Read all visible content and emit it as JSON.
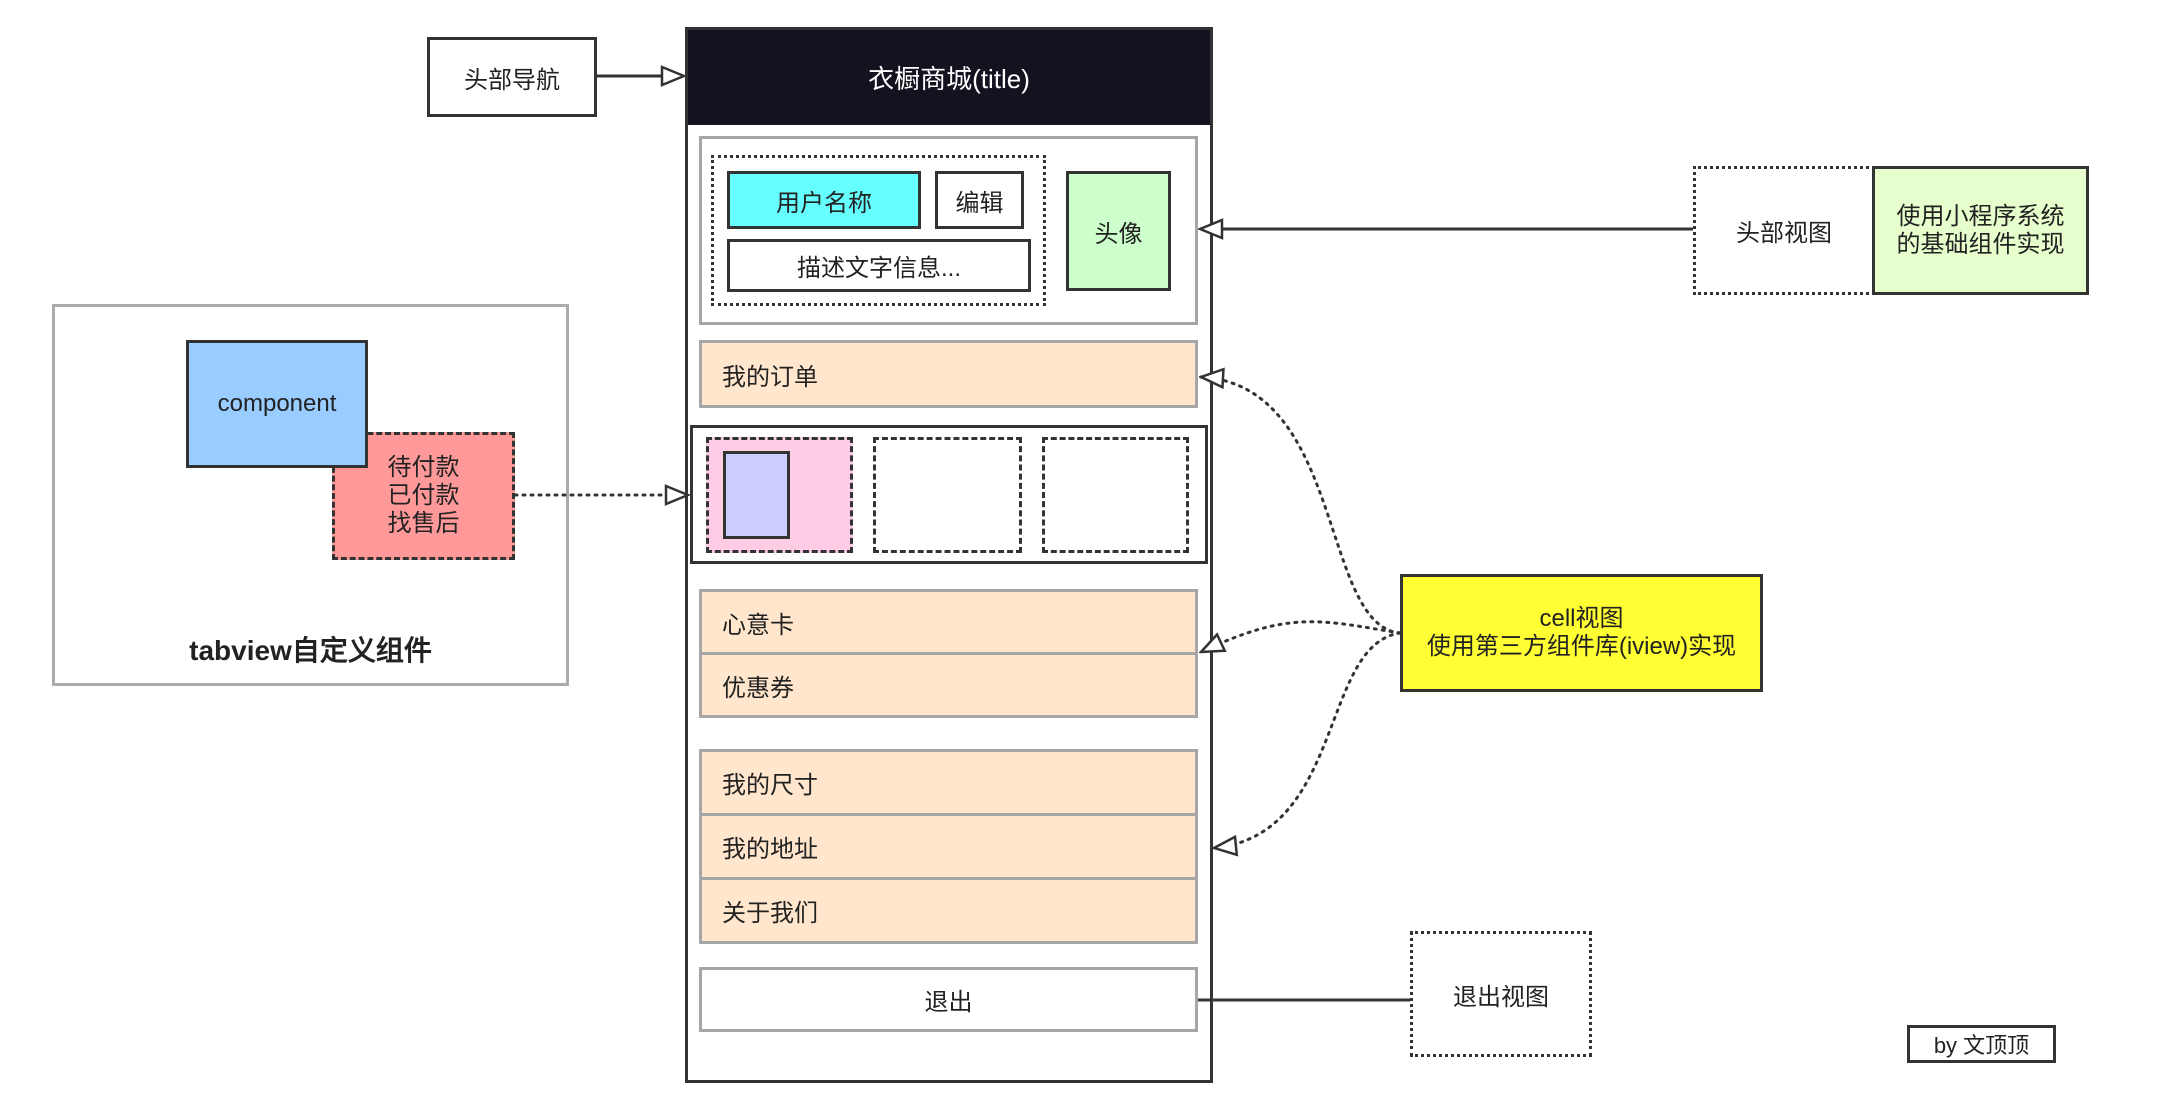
{
  "colors": {
    "title_bar": "#13121f",
    "username_fill": "#66ffff",
    "avatar_fill": "#ccffcc",
    "cell_fill": "#ffe6cc",
    "tab_item_active_fill": "#ffcce6",
    "tab_item_inner_fill": "#ccccff",
    "component_fill": "#99ccff",
    "tab_labels_fill": "#ff9999",
    "header_note_fill": "#e6ffcc",
    "cell_note_fill": "#ffff33"
  },
  "header_nav": {
    "label": "头部导航"
  },
  "phone": {
    "title": "衣橱商城(title)",
    "header_view": {
      "username": "用户名称",
      "edit_label": "编辑",
      "description": "描述文字信息...",
      "avatar_label": "头像"
    },
    "orders_cell": "我的订单",
    "cell_group_1": [
      "心意卡",
      "优惠券"
    ],
    "cell_group_2": [
      "我的尺寸",
      "我的地址",
      "关于我们"
    ],
    "logout_label": "退出"
  },
  "header_view_note": {
    "label": "头部视图",
    "lines": [
      "使用小程序系统",
      "的基础组件实现"
    ]
  },
  "cell_view_note": {
    "lines": [
      "cell视图",
      "使用第三方组件库(iview)实现"
    ]
  },
  "logout_view_note": {
    "label": "退出视图"
  },
  "tabview_panel": {
    "component_label": "component",
    "tab_labels": [
      "待付款",
      "已付款",
      "找售后"
    ],
    "title": "tabview自定义组件"
  },
  "credit": "by 文顶顶"
}
